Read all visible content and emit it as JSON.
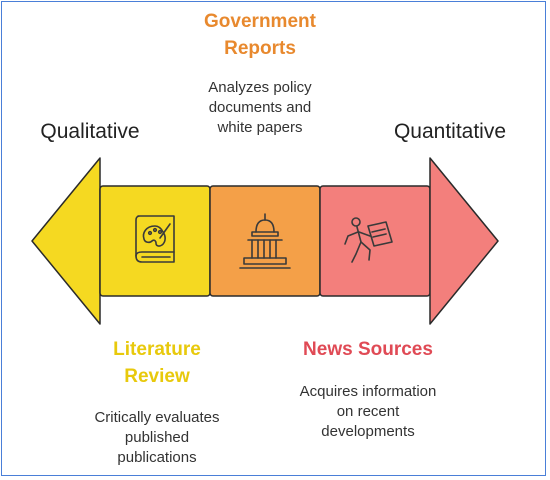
{
  "left_end_label": "Qualitative",
  "right_end_label": "Quantitative",
  "segments": [
    {
      "title": "Literature Review",
      "title_lines": [
        "Literature",
        "Review"
      ],
      "description_lines": [
        "Critically evaluates",
        "published",
        "publications"
      ],
      "icon": "book-palette-icon",
      "color": "#f5d921",
      "title_color": "#e8c90c"
    },
    {
      "title": "Government Reports",
      "title_lines": [
        "Government",
        "Reports"
      ],
      "description_lines": [
        "Analyzes policy",
        "documents and",
        "white papers"
      ],
      "icon": "government-building-icon",
      "color": "#f4a048",
      "title_color": "#e8892e"
    },
    {
      "title": "News Sources",
      "title_lines": [
        "News Sources"
      ],
      "description_lines": [
        "Acquires information",
        "on recent",
        "developments"
      ],
      "icon": "running-newspaper-icon",
      "color": "#f37f7c",
      "title_color": "#e04a55"
    }
  ]
}
